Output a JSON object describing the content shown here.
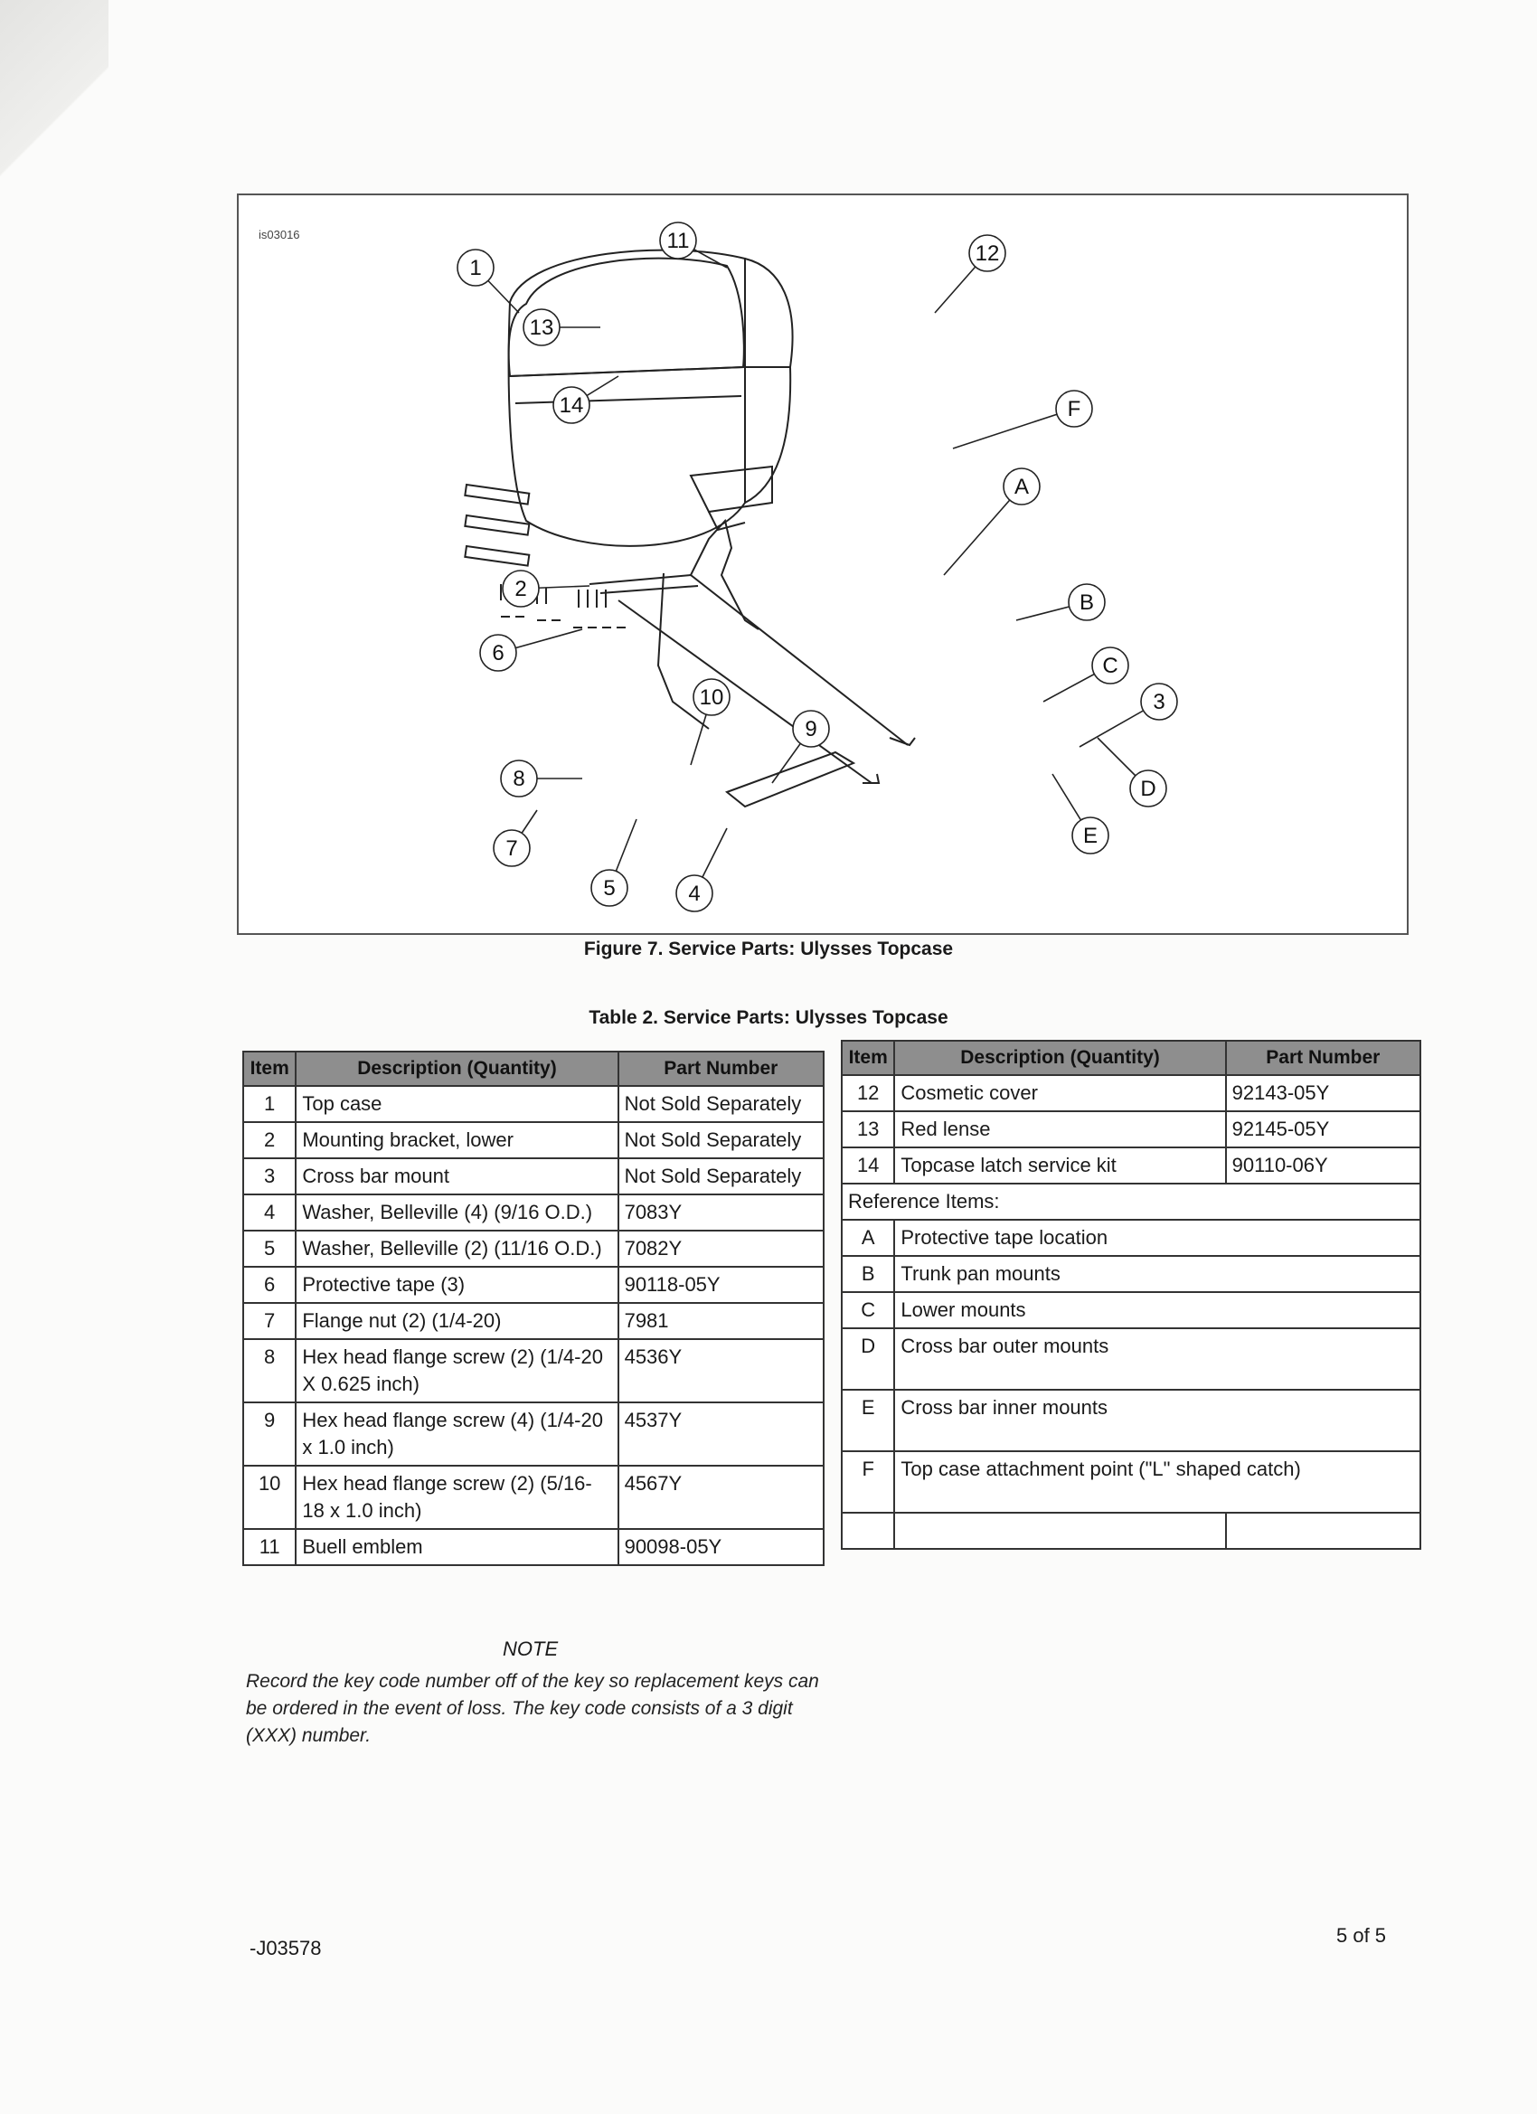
{
  "figure": {
    "id_label": "is03016",
    "caption": "Figure 7. Service Parts: Ulysses Topcase",
    "callouts": [
      "1",
      "2",
      "3",
      "4",
      "5",
      "6",
      "7",
      "8",
      "9",
      "10",
      "11",
      "12",
      "13",
      "14"
    ],
    "ref_callouts": [
      "A",
      "B",
      "C",
      "D",
      "E",
      "F"
    ]
  },
  "table": {
    "caption": "Table 2. Service Parts: Ulysses Topcase",
    "headers": {
      "item": "Item",
      "description": "Description (Quantity)",
      "part_number": "Part Number"
    },
    "left_rows": [
      {
        "item": "1",
        "description": "Top case",
        "part_number": "Not Sold Separately"
      },
      {
        "item": "2",
        "description": "Mounting bracket, lower",
        "part_number": "Not Sold Separately"
      },
      {
        "item": "3",
        "description": "Cross bar mount",
        "part_number": "Not Sold Separately"
      },
      {
        "item": "4",
        "description": "Washer, Belleville (4) (9/16 O.D.)",
        "part_number": "7083Y"
      },
      {
        "item": "5",
        "description": "Washer, Belleville (2) (11/16 O.D.)",
        "part_number": "7082Y"
      },
      {
        "item": "6",
        "description": "Protective tape (3)",
        "part_number": "90118-05Y"
      },
      {
        "item": "7",
        "description": "Flange nut (2) (1/4-20)",
        "part_number": "7981"
      },
      {
        "item": "8",
        "description": "Hex head flange screw (2) (1/4-20 X 0.625 inch)",
        "part_number": "4536Y"
      },
      {
        "item": "9",
        "description": "Hex head flange screw (4) (1/4-20 x 1.0 inch)",
        "part_number": "4537Y"
      },
      {
        "item": "10",
        "description": "Hex head flange screw (2) (5/16-18 x 1.0 inch)",
        "part_number": "4567Y"
      },
      {
        "item": "11",
        "description": "Buell emblem",
        "part_number": "90098-05Y"
      }
    ],
    "right_rows": [
      {
        "item": "12",
        "description": "Cosmetic cover",
        "part_number": "92143-05Y"
      },
      {
        "item": "13",
        "description": "Red lense",
        "part_number": "92145-05Y"
      },
      {
        "item": "14",
        "description": "Topcase latch service kit",
        "part_number": "90110-06Y"
      }
    ],
    "reference_label": "Reference Items:",
    "reference_rows": [
      {
        "item": "A",
        "description": "Protective tape location"
      },
      {
        "item": "B",
        "description": "Trunk pan mounts"
      },
      {
        "item": "C",
        "description": "Lower mounts"
      },
      {
        "item": "D",
        "description": "Cross bar outer mounts"
      },
      {
        "item": "E",
        "description": "Cross bar inner mounts"
      },
      {
        "item": "F",
        "description": "Top case attachment point (\"L\" shaped catch)"
      }
    ]
  },
  "note": {
    "heading": "NOTE",
    "body": "Record the key code number off of the key so replacement keys can be ordered in the event of loss. The key code consists of a 3 digit (XXX) number."
  },
  "footer": {
    "doc_id": "-J03578",
    "page": "5 of 5"
  }
}
